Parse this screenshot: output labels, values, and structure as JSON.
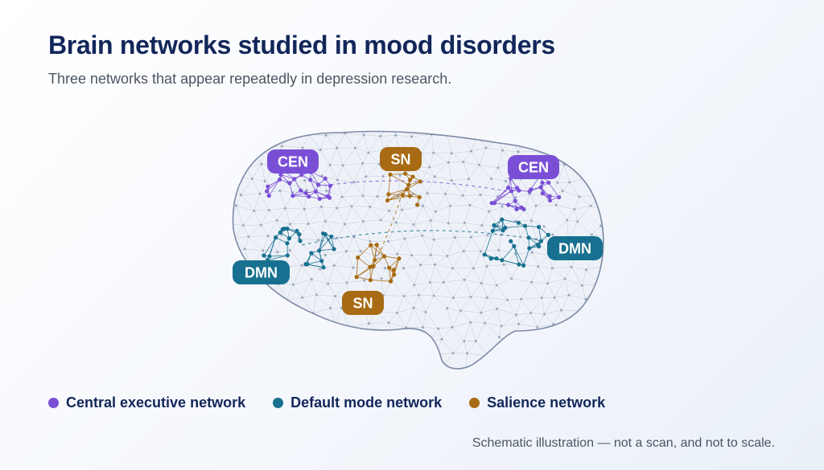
{
  "header": {
    "title": "Brain networks studied in mood disorders",
    "subtitle": "Three networks that appear repeatedly in depression research."
  },
  "colors": {
    "cen": "#7a4fd6",
    "dmn": "#17708f",
    "sn": "#a86a12",
    "mesh": "#9aa8c0",
    "outline": "#7d8aa6",
    "title": "#12265a"
  },
  "networks": [
    {
      "id": "cen",
      "short": "CEN",
      "name": "Central executive network",
      "color": "#7a4fd6"
    },
    {
      "id": "dmn",
      "short": "DMN",
      "name": "Default mode network",
      "color": "#17708f"
    },
    {
      "id": "sn",
      "short": "SN",
      "name": "Salience network",
      "color": "#a86a12"
    }
  ],
  "diagram_labels": [
    "CEN",
    "SN",
    "CEN",
    "DMN",
    "DMN",
    "SN"
  ],
  "legend": [
    {
      "label": "Central executive network",
      "color": "#7a4fd6"
    },
    {
      "label": "Default mode network",
      "color": "#17708f"
    },
    {
      "label": "Salience network",
      "color": "#a86a12"
    }
  ],
  "footnote": "Schematic illustration — not a scan, and not to scale."
}
